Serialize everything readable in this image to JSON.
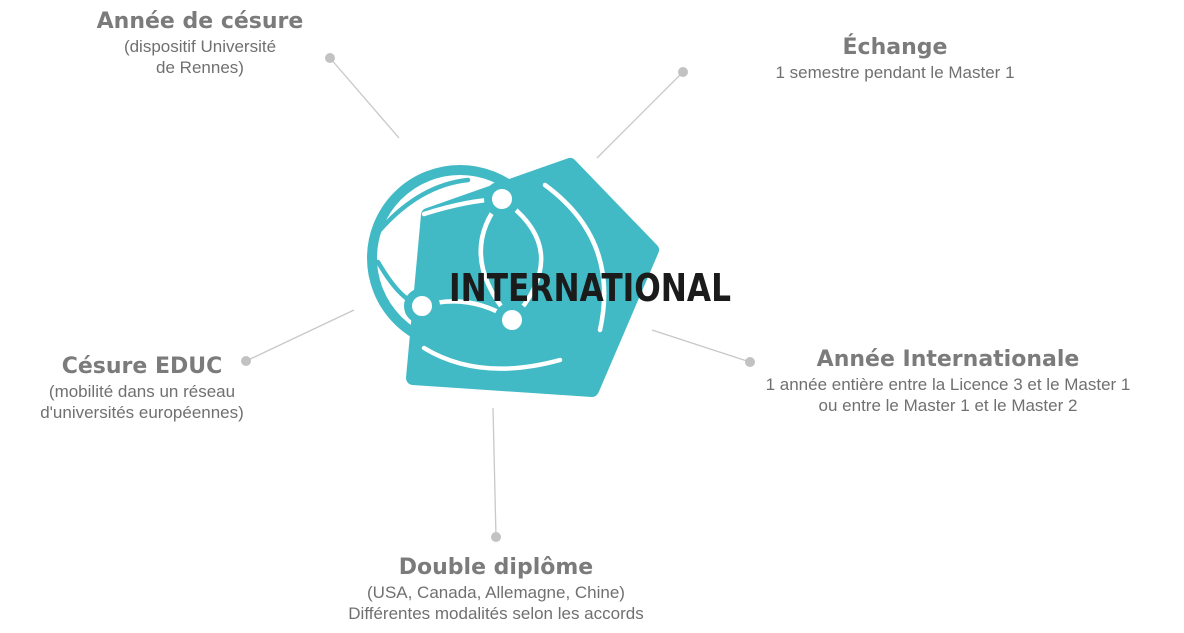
{
  "center": {
    "label": "INTERNATIONAL"
  },
  "nodes": {
    "gap_year": {
      "title": "Année de césure",
      "desc_line1": "(dispositif Université",
      "desc_line2": "de Rennes)"
    },
    "exchange": {
      "title": "Échange",
      "desc_line1": "1 semestre pendant le Master 1"
    },
    "educ": {
      "title": "Césure EDUC",
      "desc_line1": "(mobilité dans un réseau",
      "desc_line2": "d'universités européennes)"
    },
    "international_year": {
      "title": "Année Internationale",
      "desc_line1": "1 année entière entre la Licence 3 et le Master 1",
      "desc_line2": "ou entre le Master 1 et le Master 2"
    },
    "double_degree": {
      "title": "Double diplôme",
      "desc_line1": "(USA, Canada, Allemagne, Chine)",
      "desc_line2": "Différentes modalités selon les accords"
    }
  },
  "colors": {
    "accent": "#41bac6",
    "center_text": "#1b1b1b",
    "title_text": "#7b7b7b",
    "desc_text": "#707070",
    "connector": "#c2c2c2"
  }
}
